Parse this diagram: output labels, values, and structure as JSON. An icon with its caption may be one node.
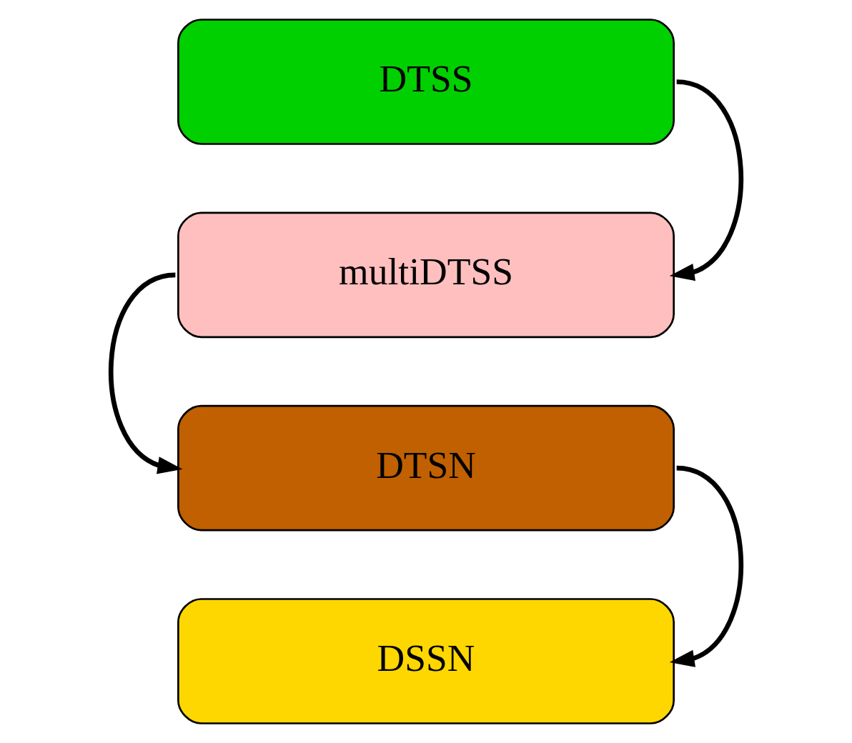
{
  "diagram": {
    "nodes": [
      {
        "text": [
          "DTSS"
        ]
      },
      {
        "text": [
          "multiDTSS"
        ]
      },
      {
        "text": [
          "DTSN"
        ]
      },
      {
        "text": [
          "DSSN"
        ]
      }
    ],
    "edges": [
      {
        "from": 0,
        "to": 1,
        "arrow": "to"
      },
      {
        "from": 1,
        "to": 2,
        "arrow": "to"
      },
      {
        "from": 2,
        "to": 3,
        "arrow": "to"
      }
    ]
  }
}
